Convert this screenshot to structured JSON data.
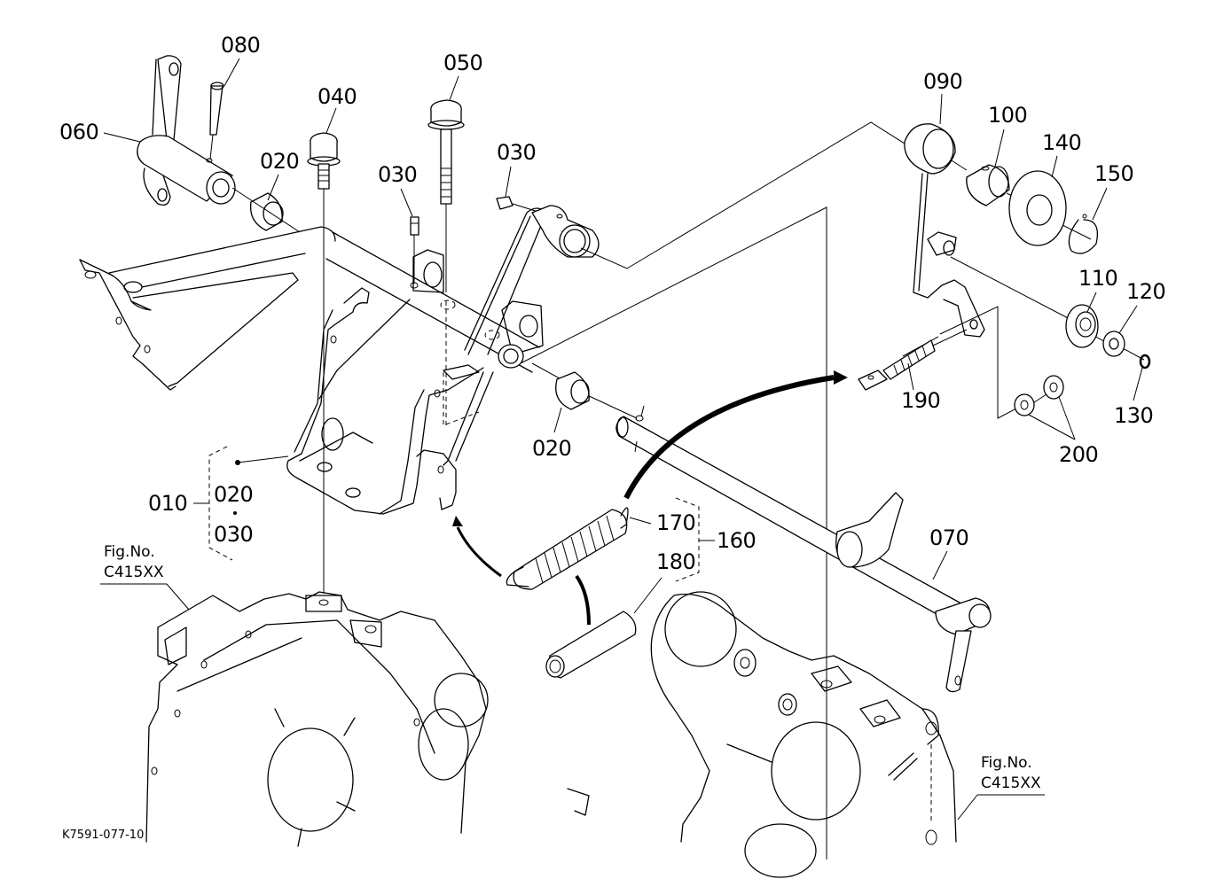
{
  "diagram": {
    "title": "Exploded parts diagram",
    "drawing_code": "K7591-077-10",
    "callouts": [
      {
        "id": "010",
        "label": "010"
      },
      {
        "id": "020a",
        "label": "020"
      },
      {
        "id": "020b",
        "label": "020"
      },
      {
        "id": "020c",
        "label": "020"
      },
      {
        "id": "030a",
        "label": "030"
      },
      {
        "id": "030b",
        "label": "030"
      },
      {
        "id": "030c",
        "label": "030"
      },
      {
        "id": "040",
        "label": "040"
      },
      {
        "id": "050",
        "label": "050"
      },
      {
        "id": "060",
        "label": "060"
      },
      {
        "id": "070",
        "label": "070"
      },
      {
        "id": "080",
        "label": "080"
      },
      {
        "id": "090",
        "label": "090"
      },
      {
        "id": "100",
        "label": "100"
      },
      {
        "id": "110",
        "label": "110"
      },
      {
        "id": "120",
        "label": "120"
      },
      {
        "id": "130",
        "label": "130"
      },
      {
        "id": "140",
        "label": "140"
      },
      {
        "id": "150",
        "label": "150"
      },
      {
        "id": "160",
        "label": "160"
      },
      {
        "id": "170",
        "label": "170"
      },
      {
        "id": "180",
        "label": "180"
      },
      {
        "id": "190",
        "label": "190"
      },
      {
        "id": "200",
        "label": "200"
      }
    ],
    "assembly_group_010": {
      "parent": "010",
      "includes": [
        "020",
        "030"
      ]
    },
    "assembly_group_160": {
      "parent": "160",
      "includes": [
        "170",
        "180"
      ]
    },
    "figure_refs": [
      {
        "line1": "Fig.No.",
        "line2": "C415XX"
      },
      {
        "line1": "Fig.No.",
        "line2": "C415XX"
      }
    ]
  }
}
